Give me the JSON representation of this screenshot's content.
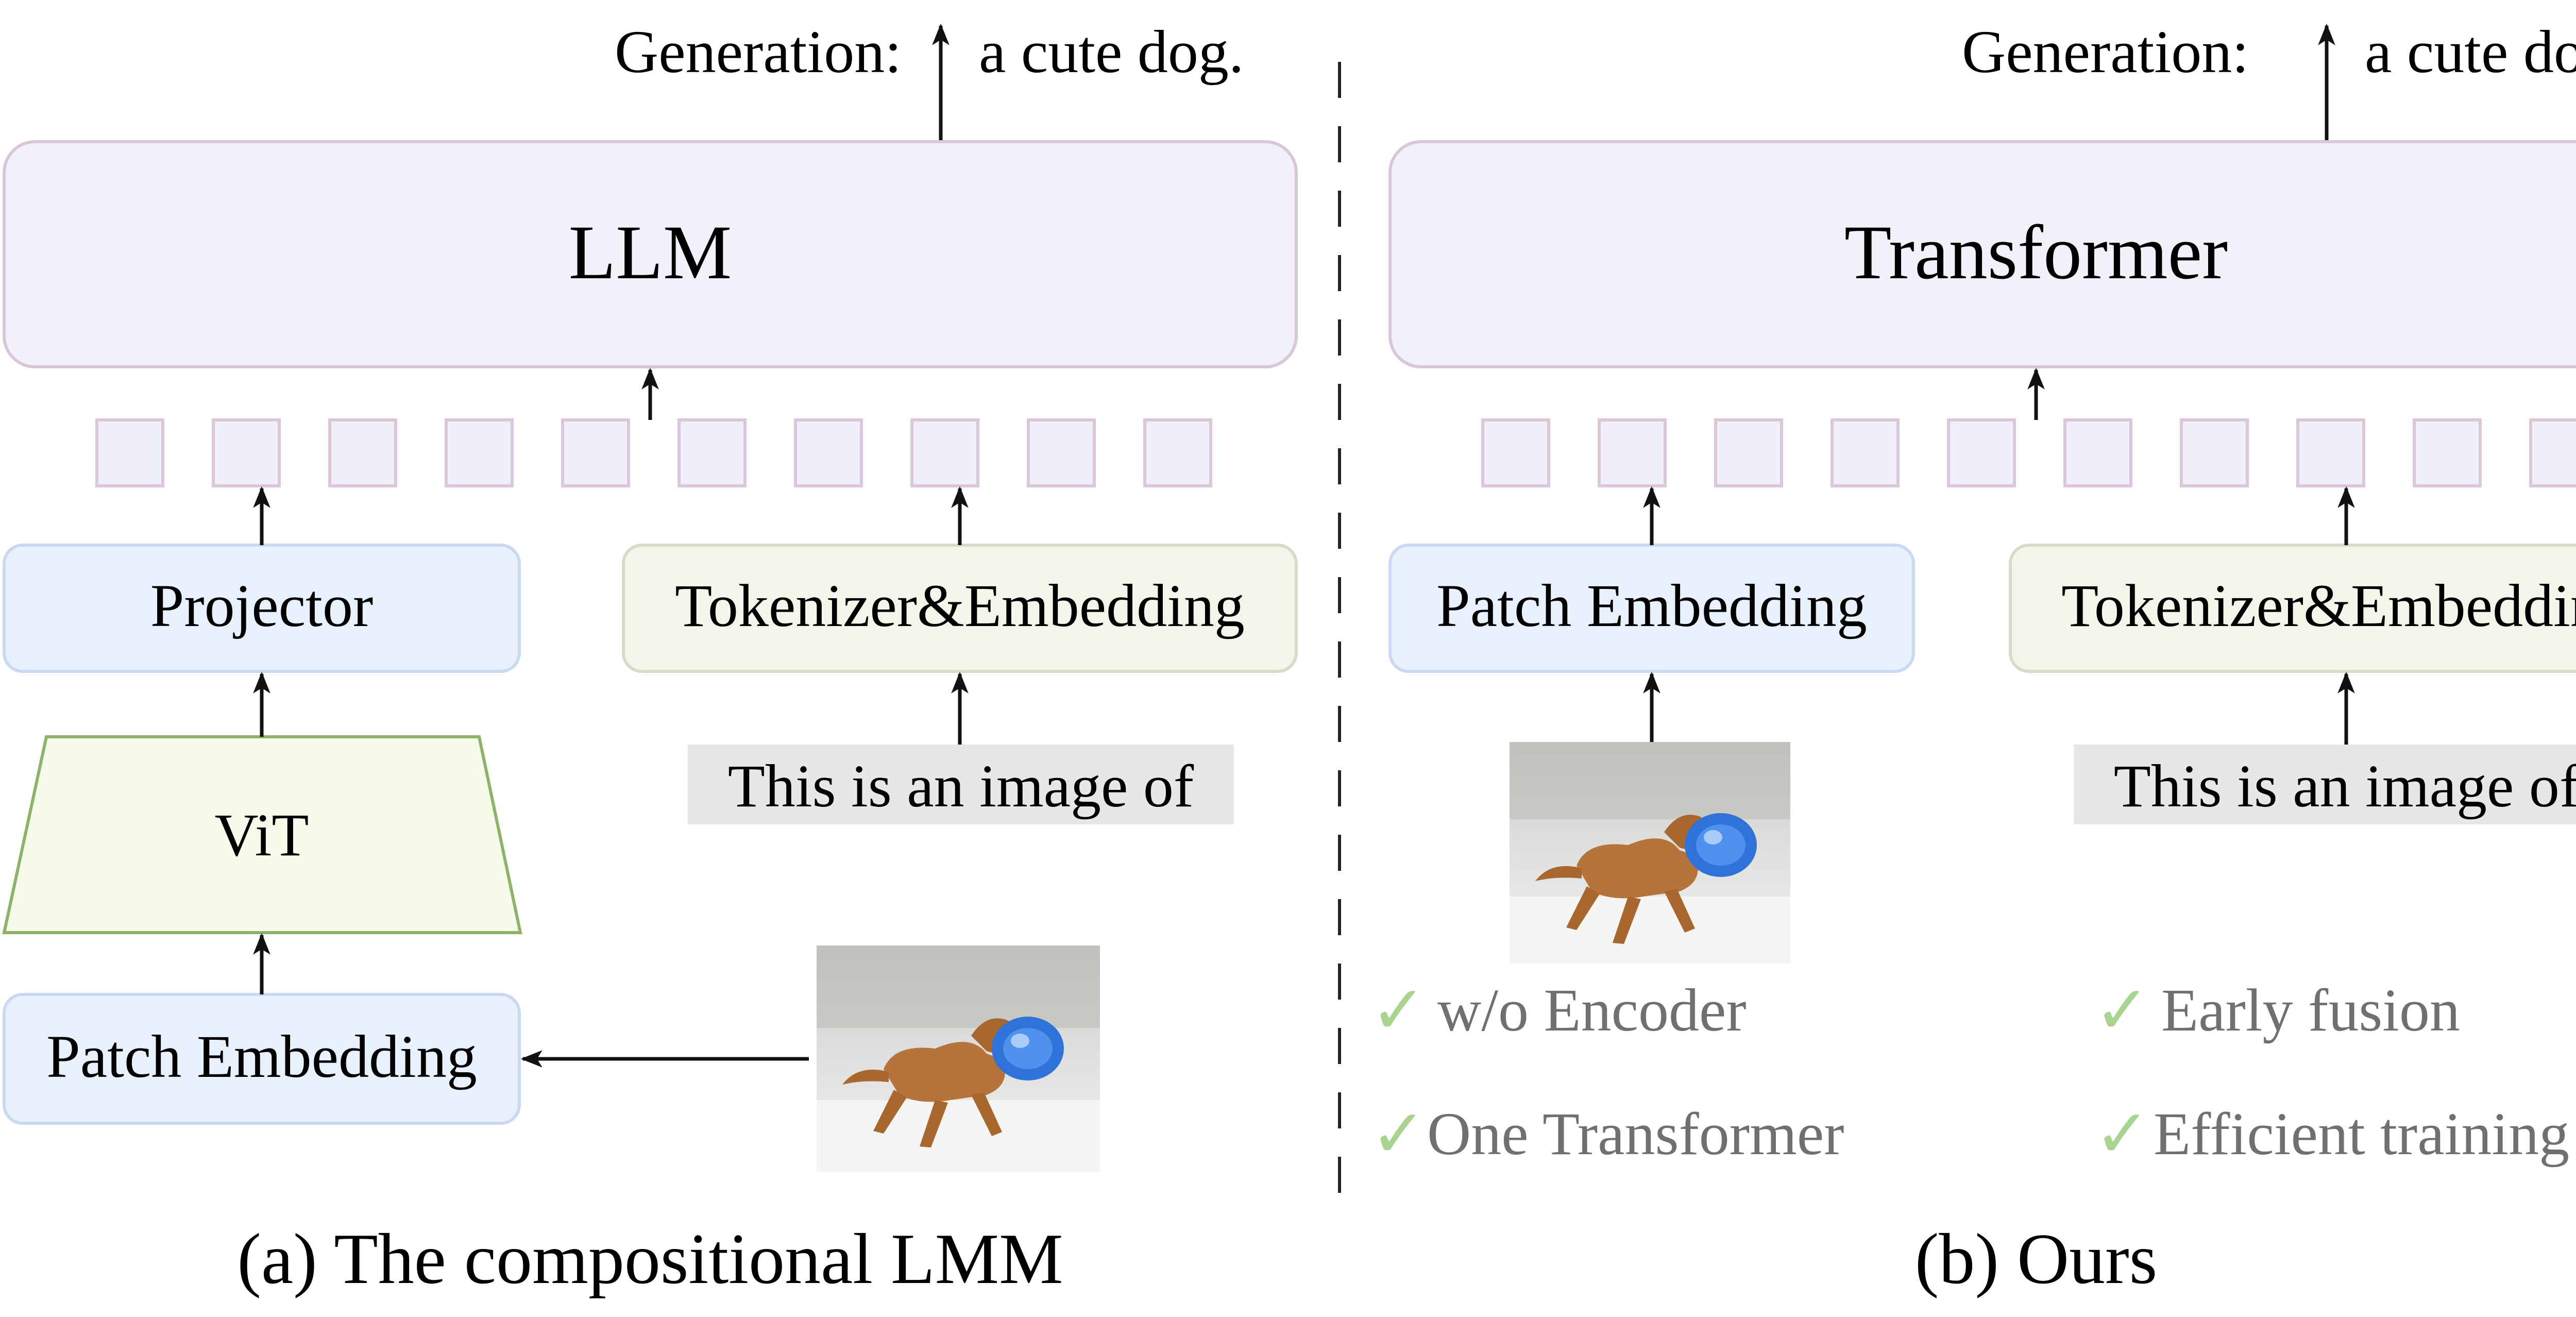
{
  "left": {
    "generation_label": "Generation:",
    "generation_output": "a cute dog.",
    "main_block": "LLM",
    "projector": "Projector",
    "text_embed": "Tokenizer&Embedding",
    "text_input": "This is an image of",
    "vit": "ViT",
    "patch_embed": "Patch Embedding",
    "caption": "(a) The compositional LMM"
  },
  "right": {
    "generation_label": "Generation:",
    "generation_output": "a cute dog.",
    "main_block": "Transformer",
    "patch_embed": "Patch Embedding",
    "text_embed": "Tokenizer&Embedding",
    "text_input": "This is an image of",
    "features": [
      {
        "check": "✓",
        "label": "w/o Encoder"
      },
      {
        "check": "✓",
        "label": "Early fusion"
      },
      {
        "check": "✓",
        "label": "One Transformer"
      },
      {
        "check": "✓",
        "label": "Efficient training"
      }
    ],
    "caption": "(b) Ours"
  },
  "colors": {
    "block_fill": "#f0f1f9",
    "block_stroke": "#d9c6d9",
    "token_fill": "#eeeff8",
    "token_stroke": "#dcc6dc",
    "blue_fill": "#e8f0fc",
    "blue_stroke": "#c9d9f2",
    "cream_fill": "#f4f5ea",
    "cream_stroke": "#d9dbc8",
    "vit_fill": "#f6fae9",
    "vit_stroke": "#8cb369",
    "text_bg": "#e7e7e7",
    "check_green": "#a9d48f",
    "feature_gray": "#707070",
    "dashed_line": "#222222"
  }
}
